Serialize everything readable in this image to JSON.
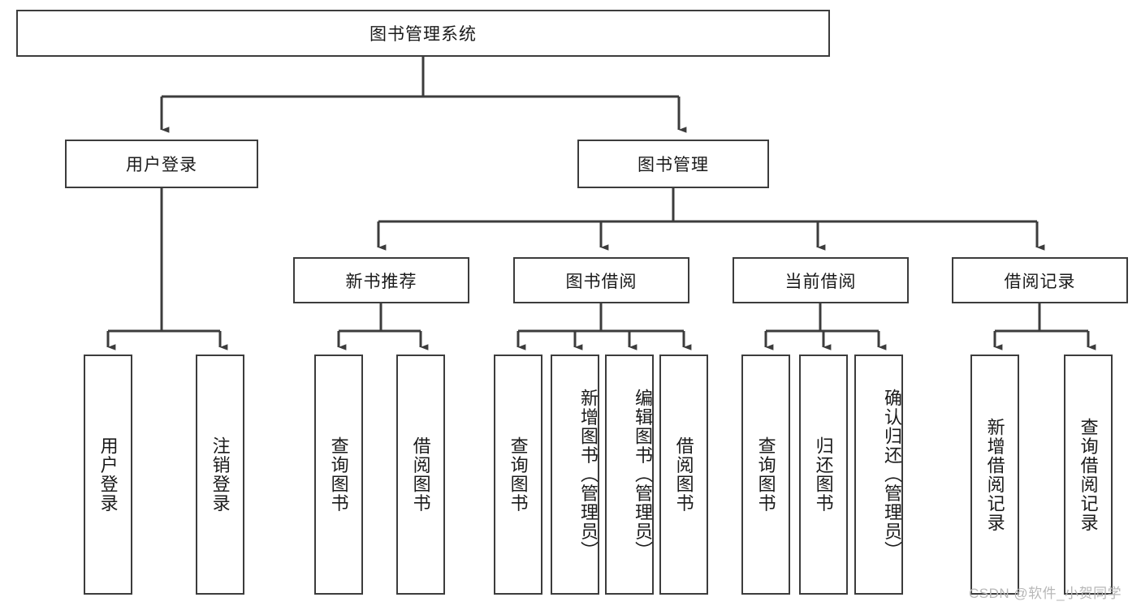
{
  "diagram": {
    "title": "图书管理系统",
    "root": {
      "label": "图书管理系统"
    },
    "level2": [
      {
        "label": "用户登录"
      },
      {
        "label": "图书管理"
      }
    ],
    "level3": [
      {
        "label": "新书推荐"
      },
      {
        "label": "图书借阅"
      },
      {
        "label": "当前借阅"
      },
      {
        "label": "借阅记录"
      }
    ],
    "leaves": {
      "user_login": [
        {
          "label": "用户登录"
        },
        {
          "label": "注销登录"
        }
      ],
      "new_book_recommend": [
        {
          "label": "查询图书"
        },
        {
          "label": "借阅图书"
        }
      ],
      "book_borrow": [
        {
          "label": "查询图书"
        },
        {
          "label": "新增图书（管理员）"
        },
        {
          "label": "编辑图书（管理员）"
        },
        {
          "label": "借阅图书"
        }
      ],
      "current_borrow": [
        {
          "label": "查询图书"
        },
        {
          "label": "归还图书"
        },
        {
          "label": "确认归还（管理员）"
        }
      ],
      "borrow_record": [
        {
          "label": "新增借阅记录"
        },
        {
          "label": "查询借阅记录"
        }
      ]
    }
  },
  "watermark": {
    "text": "CSDN @软件_小贺同学"
  },
  "colors": {
    "border": "#3c3c3c",
    "background": "#ffffff",
    "text": "#1a1a1a",
    "watermark": "#b7b7b7"
  }
}
